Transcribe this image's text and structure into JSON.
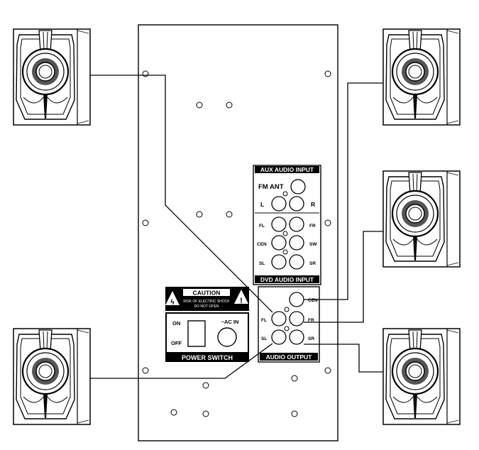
{
  "aux_audio_input": {
    "title": "AUX AUDIO INPUT",
    "fm_ant": "FM ANT",
    "left": "L",
    "right": "R"
  },
  "dvd_audio_input": {
    "title": "DVD AUDIO INPUT",
    "fl": "FL",
    "fr": "FR",
    "cen": "CEN",
    "sw": "SW",
    "sl": "SL",
    "sr": "SR"
  },
  "audio_output": {
    "title": "AUDIO OUTPUT",
    "cen": "CEN",
    "fl": "FL",
    "fr": "FR",
    "sl": "SL",
    "sr": "SR"
  },
  "caution": {
    "title": "CAUTION",
    "line1": "RISK OF ELECTRIC SHOCK",
    "line2": "DO NOT OPEN"
  },
  "power_switch": {
    "title": "POWER SWITCH",
    "on": "ON",
    "off": "OFF",
    "ac_in": "~AC IN"
  },
  "colors": {
    "ink": "#000000",
    "panel_fill": "#ffffff"
  }
}
